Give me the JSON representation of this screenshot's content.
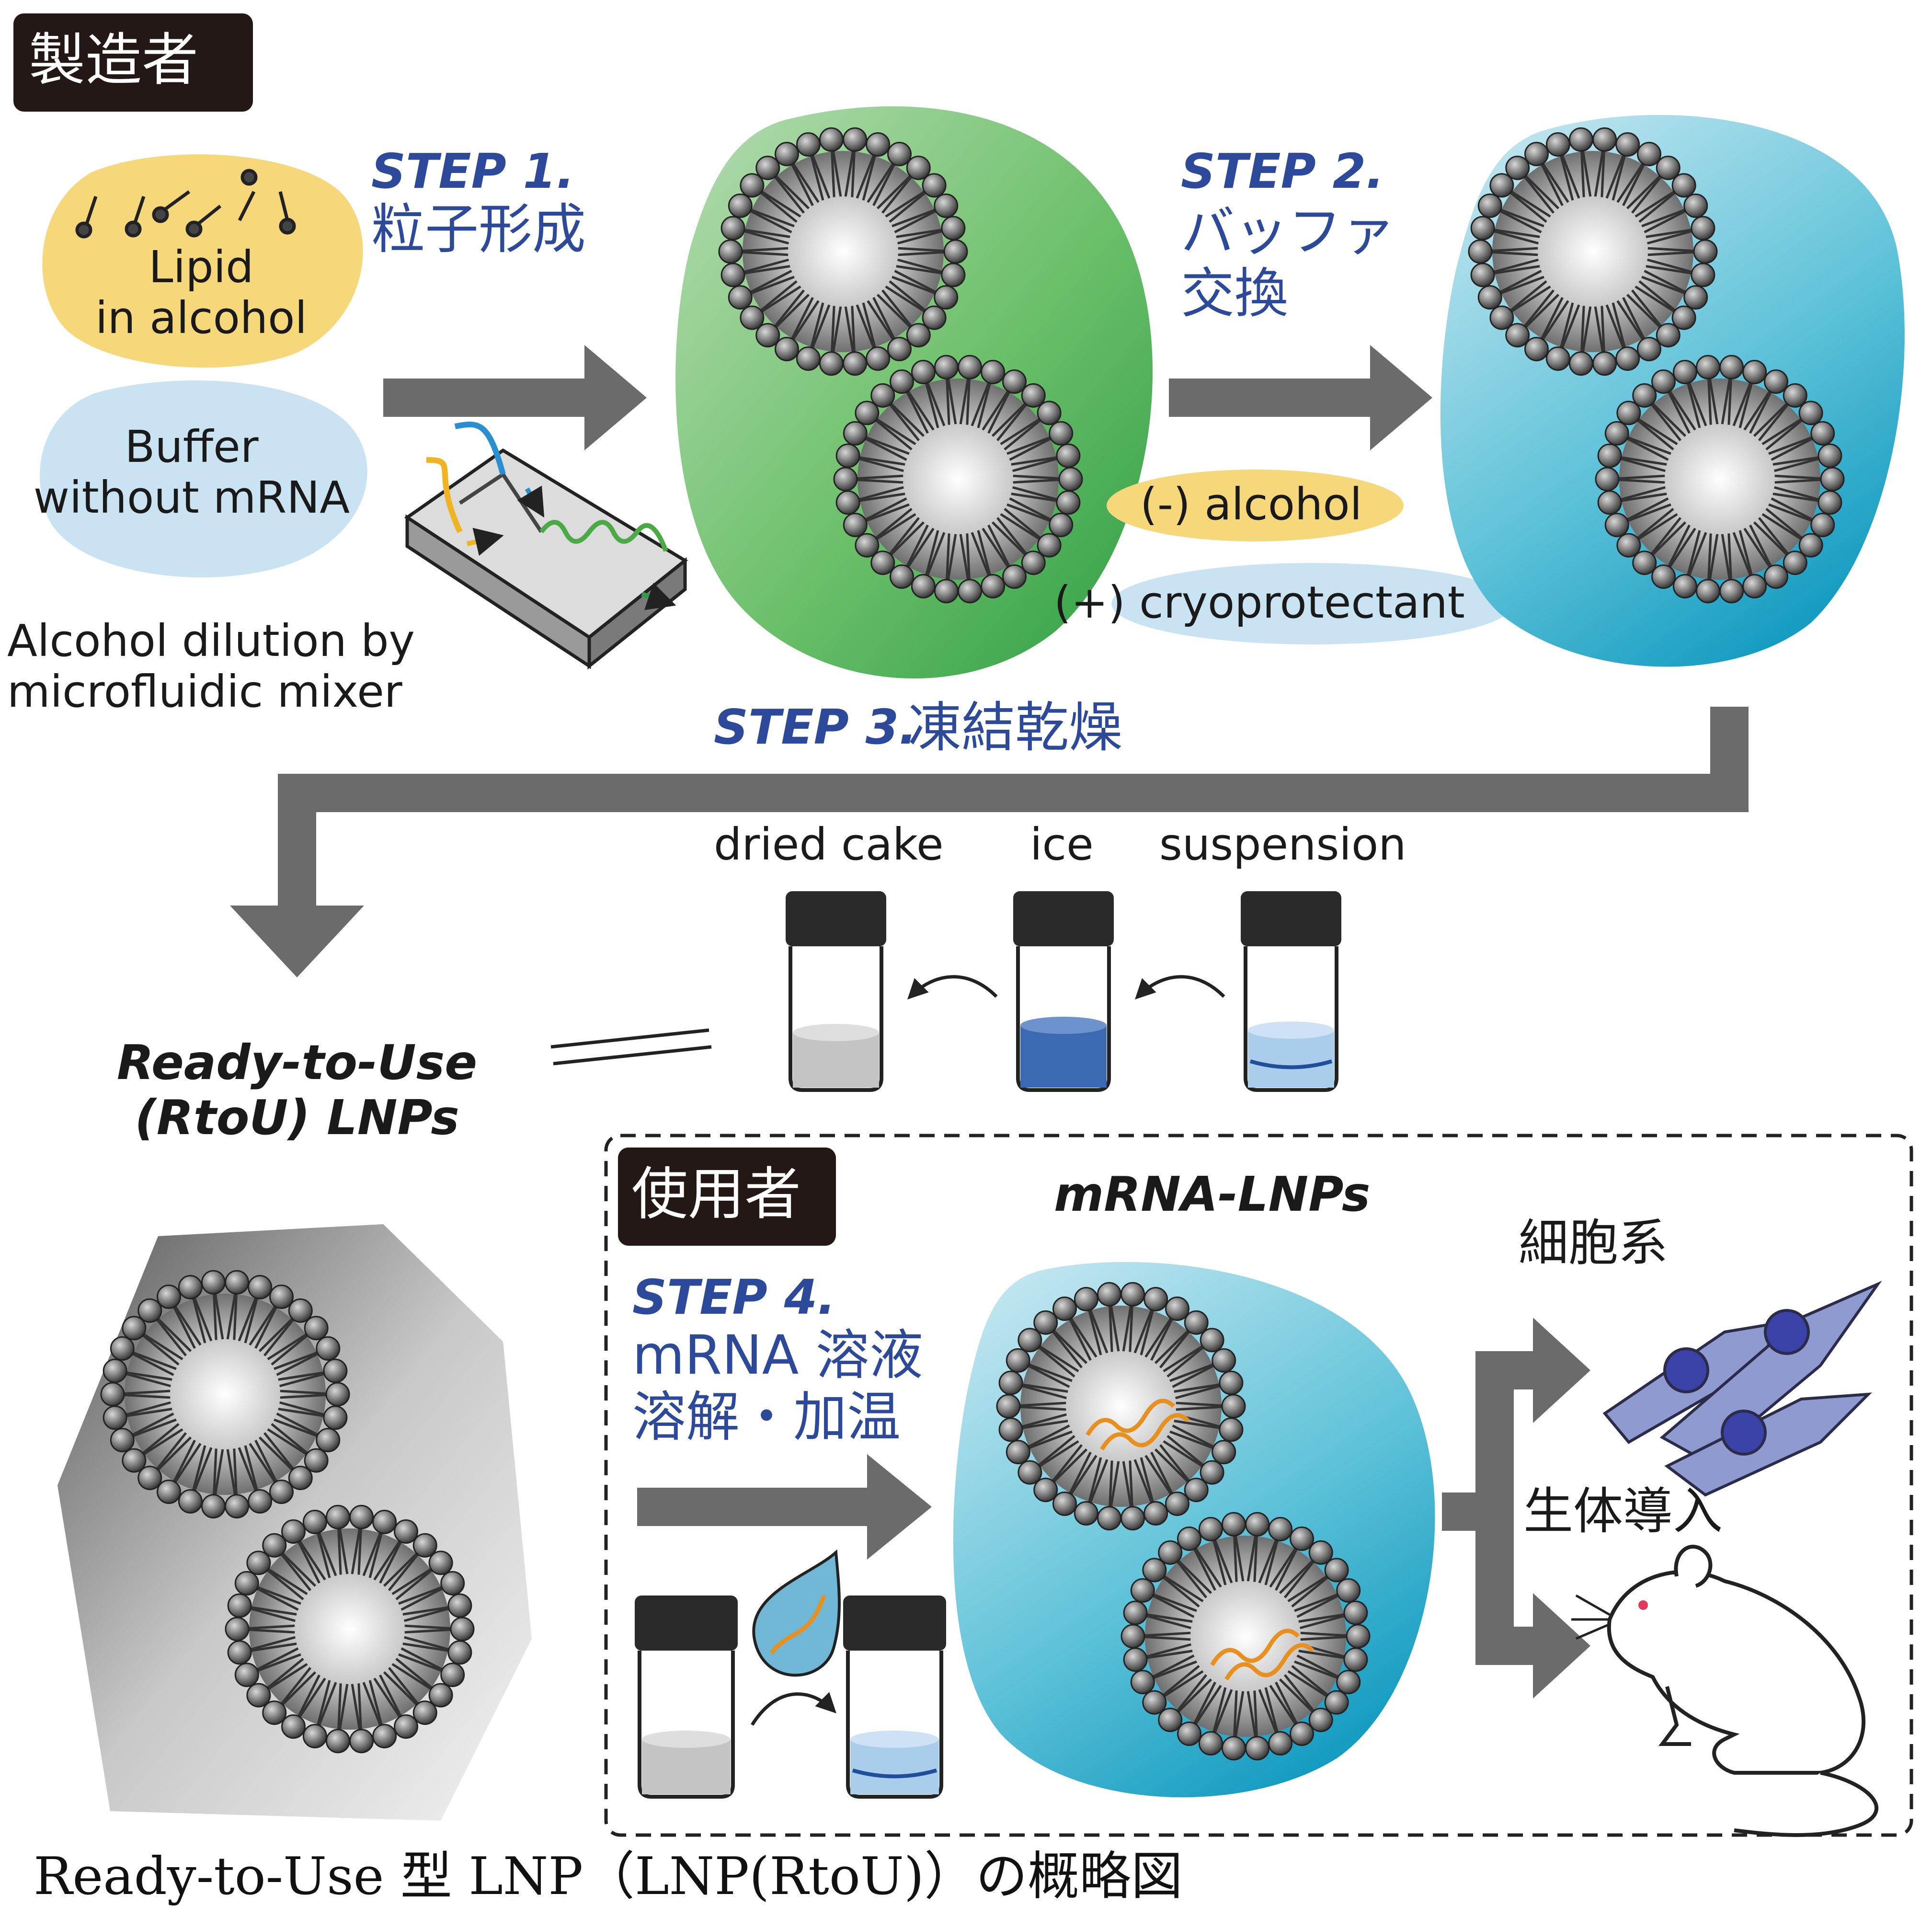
{
  "maker_badge": "製造者",
  "user_badge": "使用者",
  "lipid_label": [
    "Lipid",
    "in alcohol"
  ],
  "buffer_label": [
    "Buffer",
    "without mRNA"
  ],
  "dilution_label": [
    "Alcohol dilution by",
    "microfluidic mixer"
  ],
  "step1": {
    "num": "STEP 1.",
    "text": "粒子形成"
  },
  "step2": {
    "num": "STEP 2.",
    "text": [
      "バッファ",
      "交換"
    ]
  },
  "alcohol_label": "(-) alcohol",
  "cryo_label": "(+) cryoprotectant",
  "step3": {
    "num": "STEP 3.",
    "text": "凍結乾燥"
  },
  "vials": {
    "dried": "dried cake",
    "ice": "ice",
    "suspension": "suspension"
  },
  "rtou_label": [
    "Ready-to-Use",
    "(RtoU) LNPs"
  ],
  "mrna_lnps": "mRNA-LNPs",
  "step4": {
    "num": "STEP 4.",
    "text": [
      "mRNA 溶液",
      "溶解・加温"
    ]
  },
  "cell_label": "細胞系",
  "invivo_label": "生体導入",
  "caption": "Ready-to-Use 型 LNP（LNP(RtoU)）の概略図",
  "colors": {
    "green": "#56b85c",
    "teal": "#1fa8c8",
    "lipid_yellow": "#f6d77a",
    "buffer_blue": "#c9e3f3",
    "arrow_gray": "#6b6b6b",
    "step_blue": "#2d4a9a",
    "cell_blue": "#8f9bd0",
    "nucleus": "#3a42a8"
  }
}
